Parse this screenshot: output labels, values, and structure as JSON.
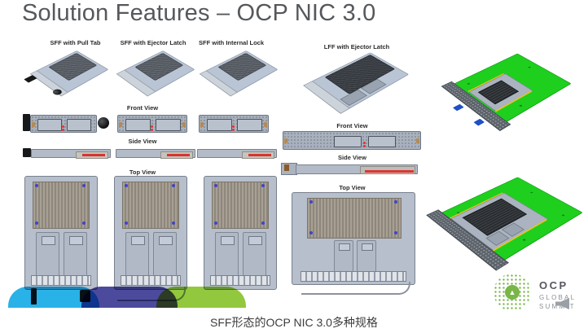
{
  "slide": {
    "title": "Solution Features – OCP NIC 3.0",
    "caption": "SFF形态的OCP NIC 3.0多种规格"
  },
  "sff_variants": [
    {
      "label": "SFF with Pull Tab"
    },
    {
      "label": "SFF with Ejector Latch"
    },
    {
      "label": "SFF with Internal Lock"
    }
  ],
  "lff_variant": {
    "label": "LFF with Ejector Latch"
  },
  "view_labels": {
    "front": "Front View",
    "side": "Side View",
    "top": "Top View"
  },
  "logo": {
    "line1": "OCP",
    "line2": "GLOBAL",
    "line3": "SUMMIT",
    "mountain_glyph": "▲"
  },
  "icons": {
    "speaker": "speaker-muted"
  },
  "colors": {
    "title_gray": "#55585c",
    "card_pcb": "#b9c4d4",
    "heatsink_dark": "#5a5f66",
    "led_red": "#e8322e",
    "board_green": "#1ecf1e",
    "screw_blue": "#3e46c8",
    "shape_cyan": "#29b2e8",
    "shape_indigo": "#4c4a9c",
    "shape_green": "#92c83e",
    "logo_green": "#79b648"
  }
}
